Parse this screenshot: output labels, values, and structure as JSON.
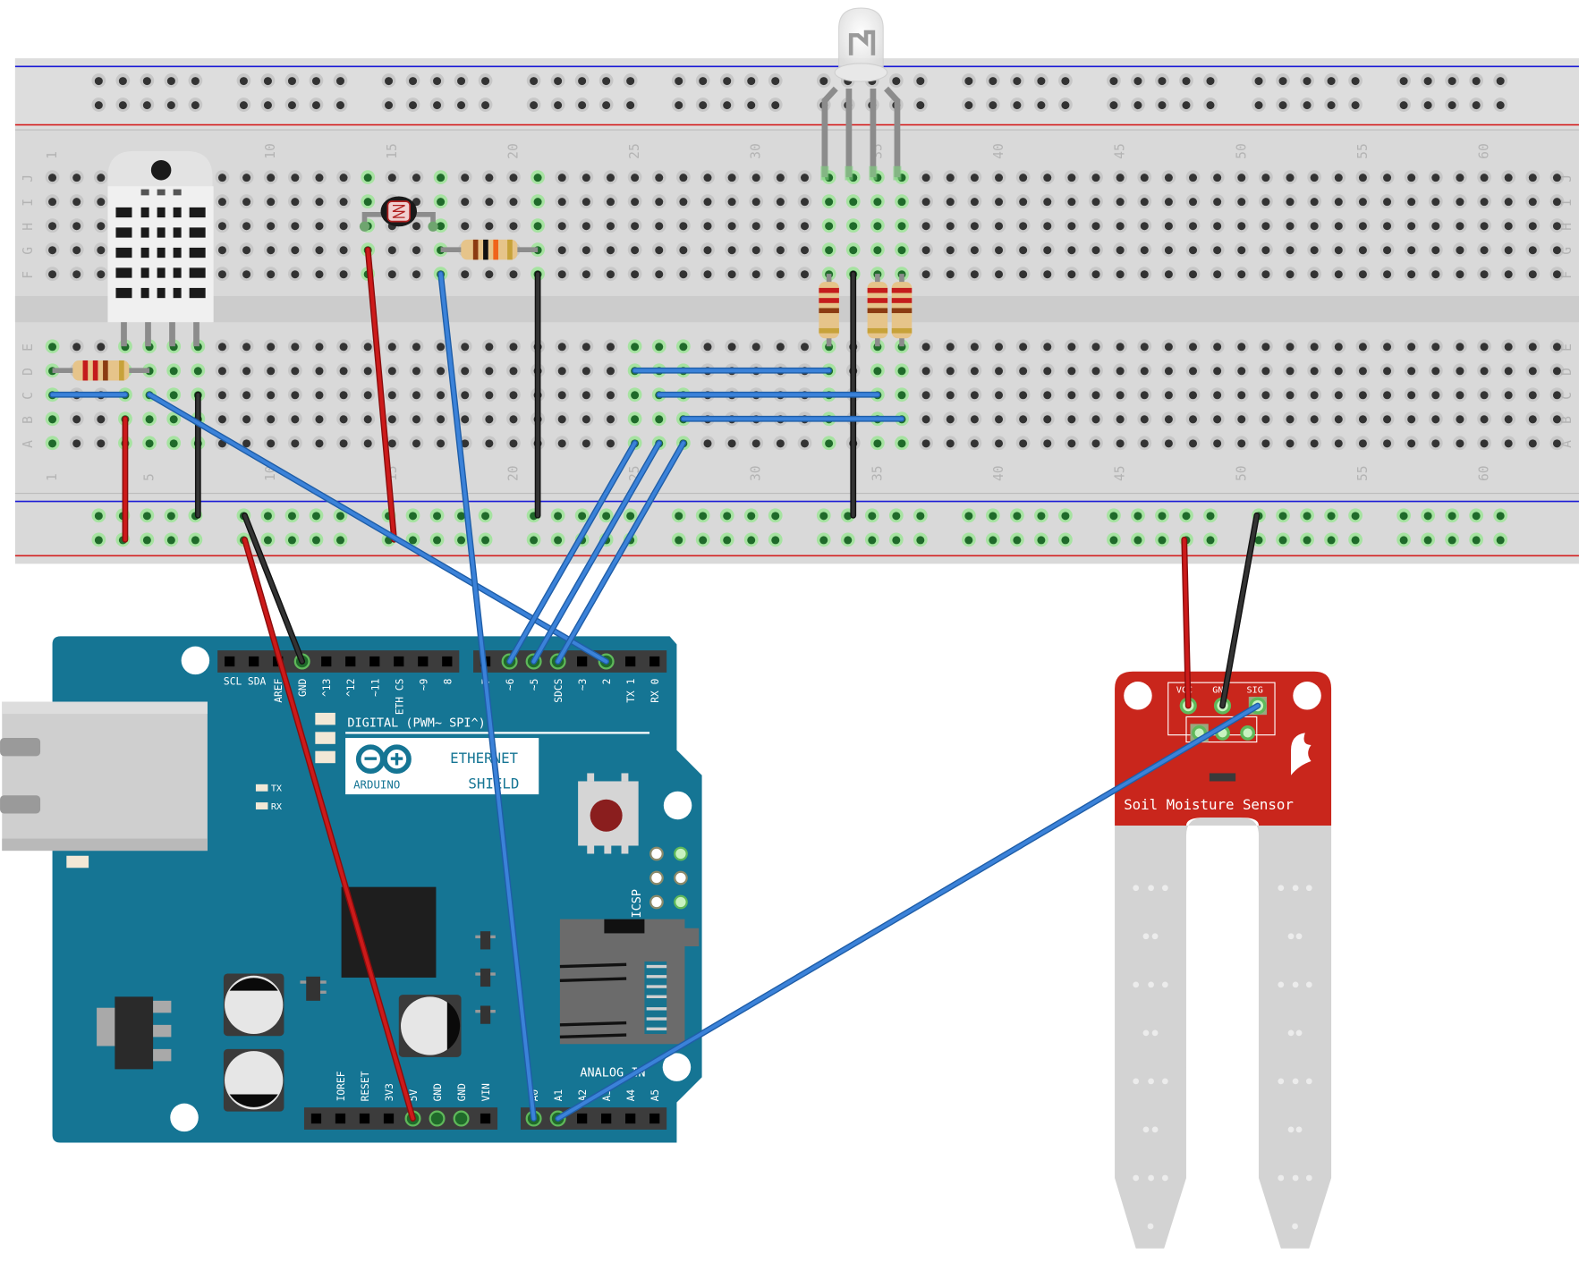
{
  "diagram": {
    "tool_style": "Fritzing breadboard view",
    "breadboard": {
      "columns": 63,
      "rows_top": [
        "J",
        "I",
        "H",
        "G",
        "F"
      ],
      "rows_bottom": [
        "E",
        "D",
        "C",
        "B",
        "A"
      ],
      "column_number_labels": [
        "1",
        "5",
        "10",
        "15",
        "20",
        "25",
        "30",
        "35",
        "40",
        "45",
        "50",
        "55",
        "60"
      ],
      "rail_colors": {
        "negative": "#1a1ad6",
        "positive": "#d42020"
      }
    },
    "components": {
      "dht_sensor": {
        "name": "DHT22 temperature/humidity sensor",
        "pins": 4
      },
      "photoresistor": {
        "name": "Photocell (LDR)"
      },
      "rgb_led": {
        "name": "RGB LED (common cathode)",
        "legs": 4
      },
      "resistors": [
        {
          "id": "R1",
          "location": "DHT pull-up, row D cols 1-5"
        },
        {
          "id": "R2",
          "location": "LDR divider, row G cols 17-21"
        },
        {
          "id": "R3",
          "location": "LED red, col 33"
        },
        {
          "id": "R4",
          "location": "LED green, col 35"
        },
        {
          "id": "R5",
          "location": "LED blue, col 36"
        }
      ],
      "arduino": {
        "board_title": "ETHERNET",
        "board_subtitle": "SHIELD",
        "logo_text": "ARDUINO",
        "digital_label": "DIGITAL (PWM~ SPI^)",
        "analog_label": "ANALOG IN",
        "icsp_label": "ICSP",
        "led_labels": [
          "TX",
          "RX"
        ],
        "top_header_left": [
          "SCL",
          "SDA",
          "AREF",
          "GND",
          "^13",
          "^12",
          "~11",
          "ETH CS",
          "~9",
          "8"
        ],
        "top_header_right": [
          "7",
          "~6",
          "~5",
          "SDCS",
          "~3",
          "2",
          "TX 1",
          "RX 0"
        ],
        "power_header": [
          "",
          "IOREF",
          "RESET",
          "3V3",
          "5V",
          "GND",
          "GND",
          "VIN"
        ],
        "analog_header": [
          "A0",
          "A1",
          "A2",
          "A3",
          "A4",
          "A5"
        ]
      },
      "soil_sensor": {
        "title": "Soil Moisture Sensor",
        "pins": [
          "VCC",
          "GND",
          "SIG"
        ]
      }
    },
    "wires": [
      {
        "color": "red",
        "from": "5V",
        "to": "bottom power rail (+)"
      },
      {
        "color": "black",
        "from": "GND (top header)",
        "to": "bottom power rail (-)"
      },
      {
        "color": "blue",
        "from": "DHT data (col 5)",
        "to": "D2"
      },
      {
        "color": "blue",
        "from": "LDR divider (col 17)",
        "to": "A0"
      },
      {
        "color": "blue",
        "from": "LED red resistor",
        "to": "~6"
      },
      {
        "color": "blue",
        "from": "LED green resistor",
        "to": "~5"
      },
      {
        "color": "blue",
        "from": "LED blue resistor",
        "to": "SDCS (4)"
      },
      {
        "color": "blue",
        "from": "Soil sensor SIG",
        "to": "A1"
      },
      {
        "color": "red",
        "from": "Soil sensor VCC",
        "to": "bottom power rail (+)"
      },
      {
        "color": "black",
        "from": "Soil sensor GND",
        "to": "bottom power rail (-)"
      }
    ],
    "colors": {
      "breadboard": "#d9d9d9",
      "arduino_board": "#157594",
      "soil_sensor_board": "#c9261c",
      "wire_red": "#cc1a1a",
      "wire_black": "#333333",
      "wire_blue": "#3b82d9",
      "connected_hole": "#7fd27f"
    }
  }
}
